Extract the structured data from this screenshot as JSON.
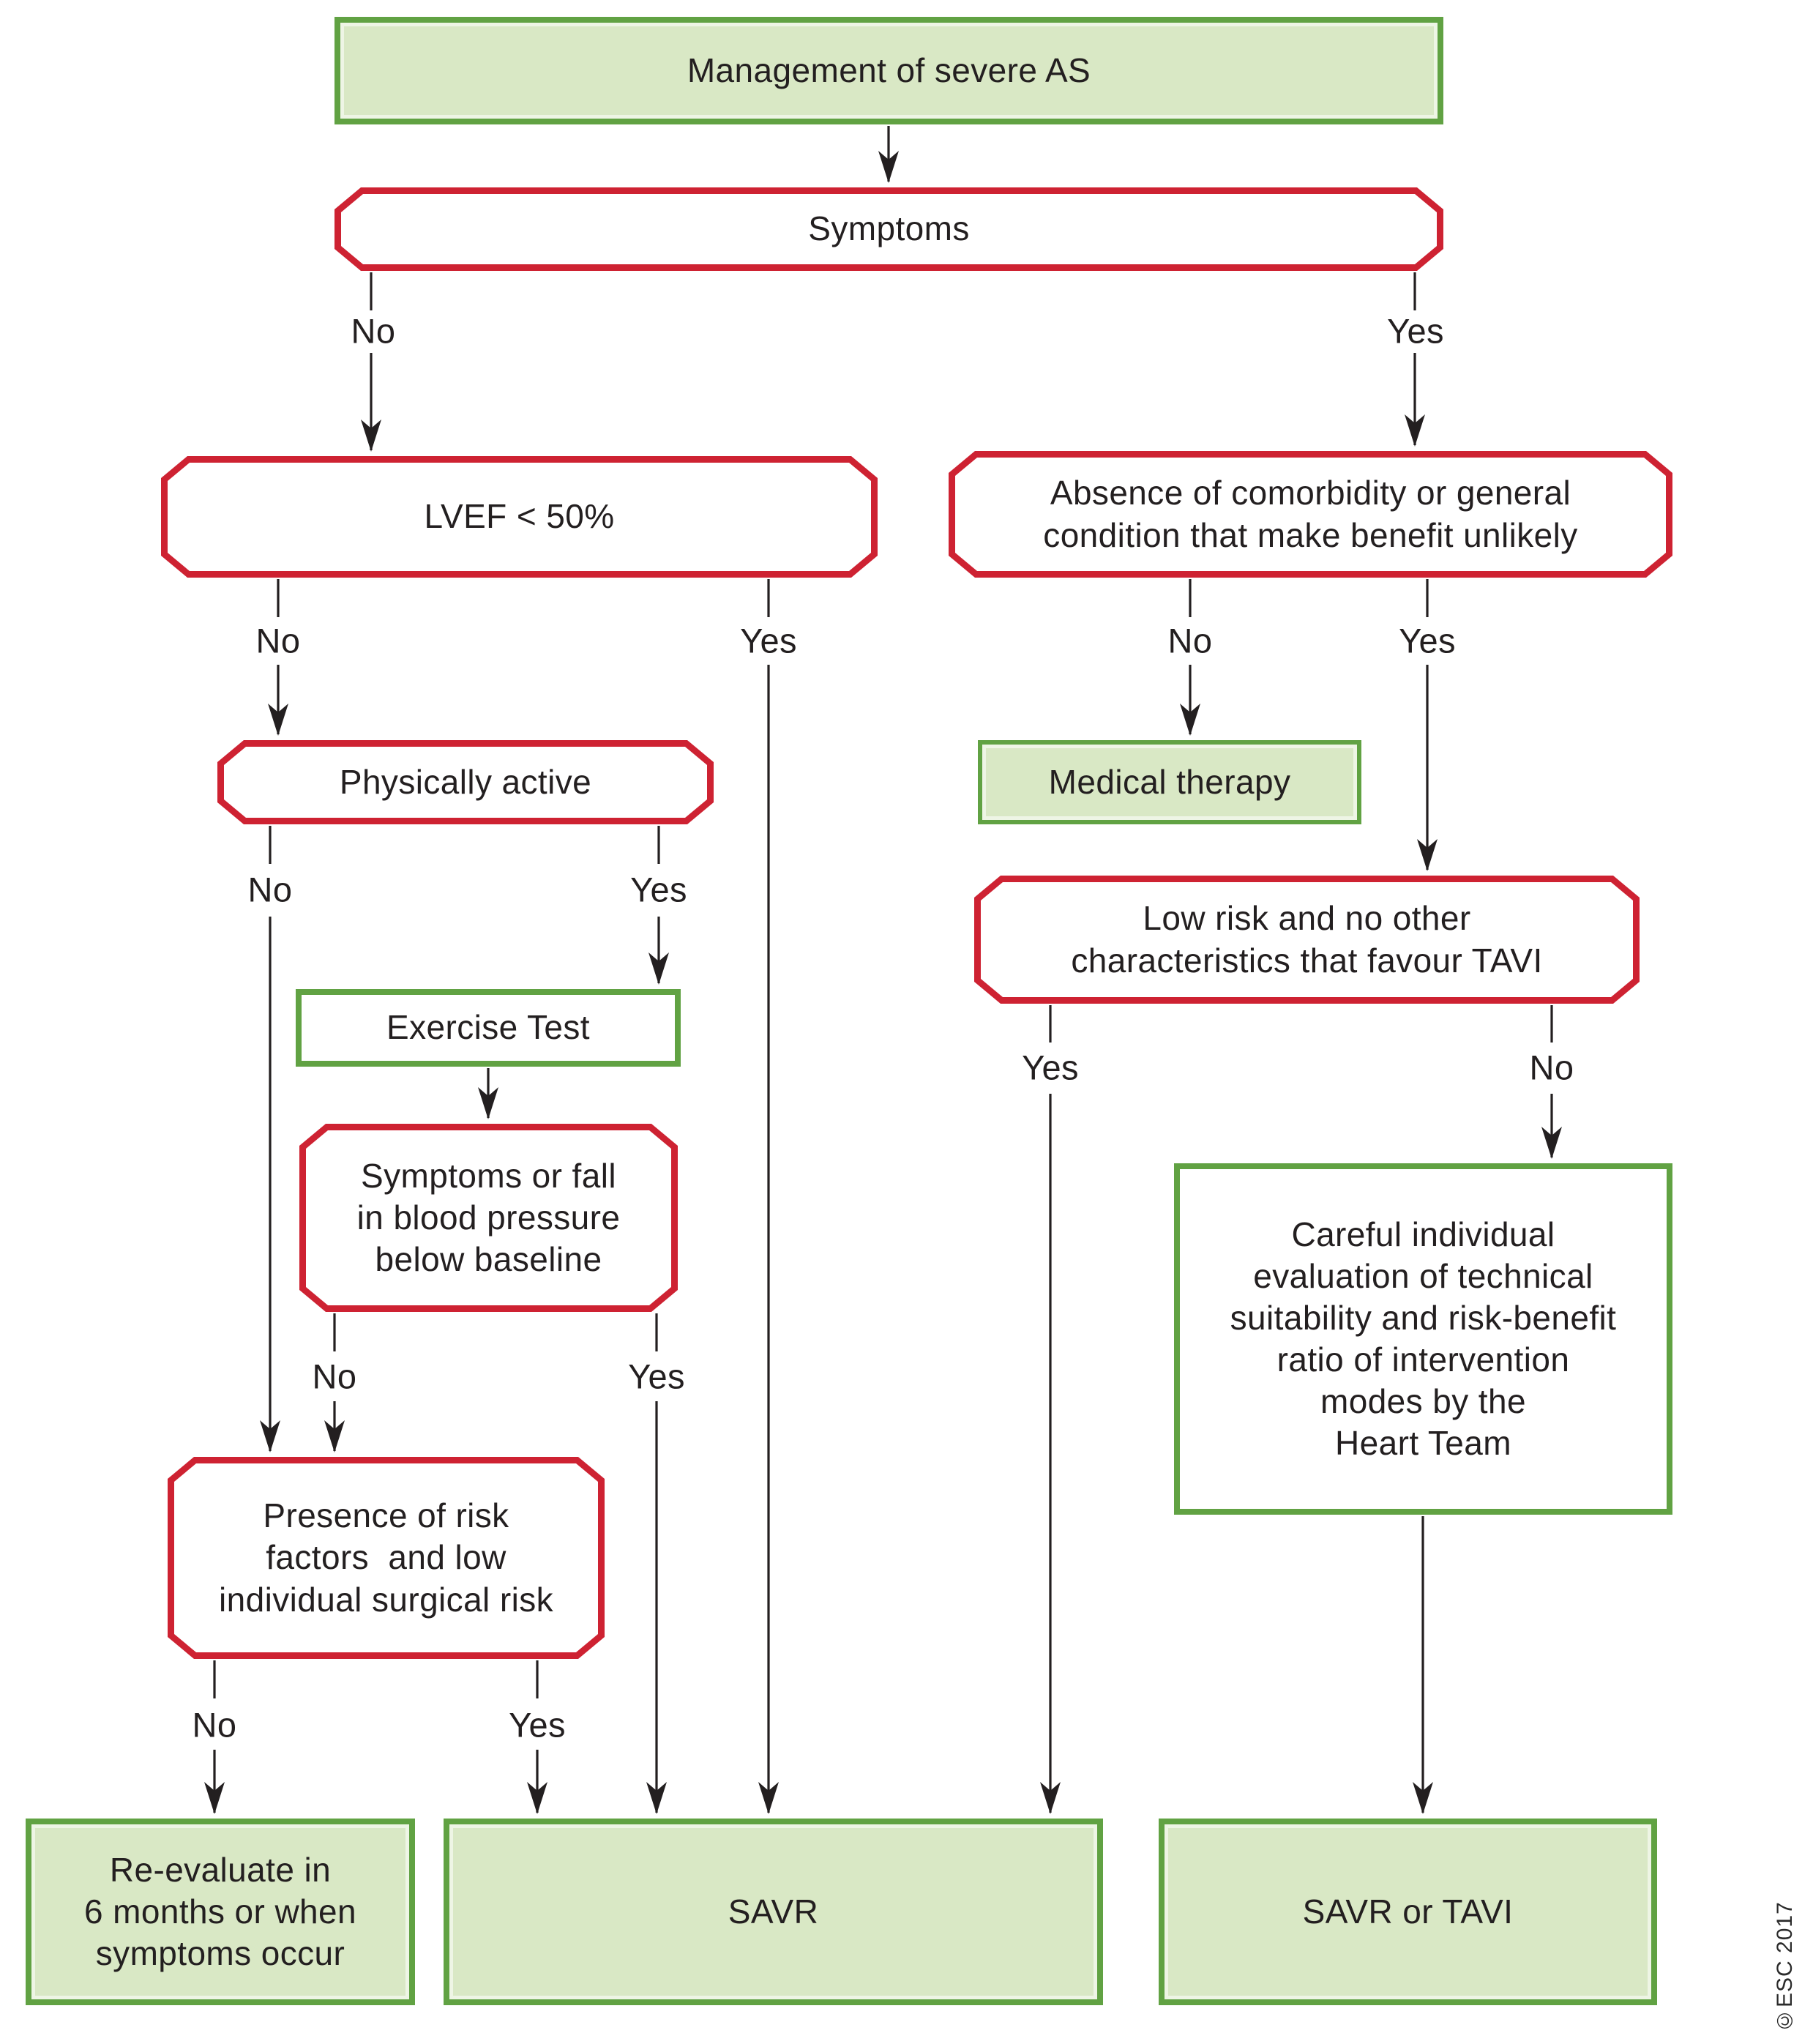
{
  "colors": {
    "green_border": "#61a243",
    "green_fill": "#d9e8c5",
    "red_border": "#ce2232",
    "line": "#231f20",
    "text": "#231f20"
  },
  "nodes": {
    "management": {
      "label": "Management of severe AS"
    },
    "symptoms": {
      "label": "Symptoms"
    },
    "lvef": {
      "label": "LVEF < 50%"
    },
    "absence": {
      "label": "Absence of comorbidity or general\ncondition that make benefit unlikely"
    },
    "physically_active": {
      "label": "Physically active"
    },
    "medical_therapy": {
      "label": "Medical therapy"
    },
    "exercise_test": {
      "label": "Exercise Test"
    },
    "symptoms_fall": {
      "label": "Symptoms or fall\nin blood pressure\nbelow baseline"
    },
    "low_risk": {
      "label": "Low risk and no other\ncharacteristics that favour TAVI"
    },
    "careful_eval": {
      "label": "Careful individual\nevaluation of technical\nsuitability and risk-benefit\nratio of intervention\nmodes by the\nHeart Team"
    },
    "risk_factors": {
      "label": "Presence of risk\nfactors  and low\nindividual surgical risk"
    },
    "reevaluate": {
      "label": "Re-evaluate in\n6 months or when\nsymptoms occur"
    },
    "savr": {
      "label": "SAVR"
    },
    "savr_tavi": {
      "label": "SAVR or TAVI"
    }
  },
  "branch_labels": [
    {
      "id": "symptoms-no",
      "text": "No"
    },
    {
      "id": "symptoms-yes",
      "text": "Yes"
    },
    {
      "id": "lvef-no",
      "text": "No"
    },
    {
      "id": "lvef-yes",
      "text": "Yes"
    },
    {
      "id": "absence-no",
      "text": "No"
    },
    {
      "id": "absence-yes",
      "text": "Yes"
    },
    {
      "id": "physically-active-no",
      "text": "No"
    },
    {
      "id": "physically-active-yes",
      "text": "Yes"
    },
    {
      "id": "symptoms-fall-no",
      "text": "No"
    },
    {
      "id": "symptoms-fall-yes",
      "text": "Yes"
    },
    {
      "id": "low-risk-yes",
      "text": "Yes"
    },
    {
      "id": "low-risk-no",
      "text": "No"
    },
    {
      "id": "risk-factors-no",
      "text": "No"
    },
    {
      "id": "risk-factors-yes",
      "text": "Yes"
    }
  ],
  "copyright": "©ESC 2017"
}
